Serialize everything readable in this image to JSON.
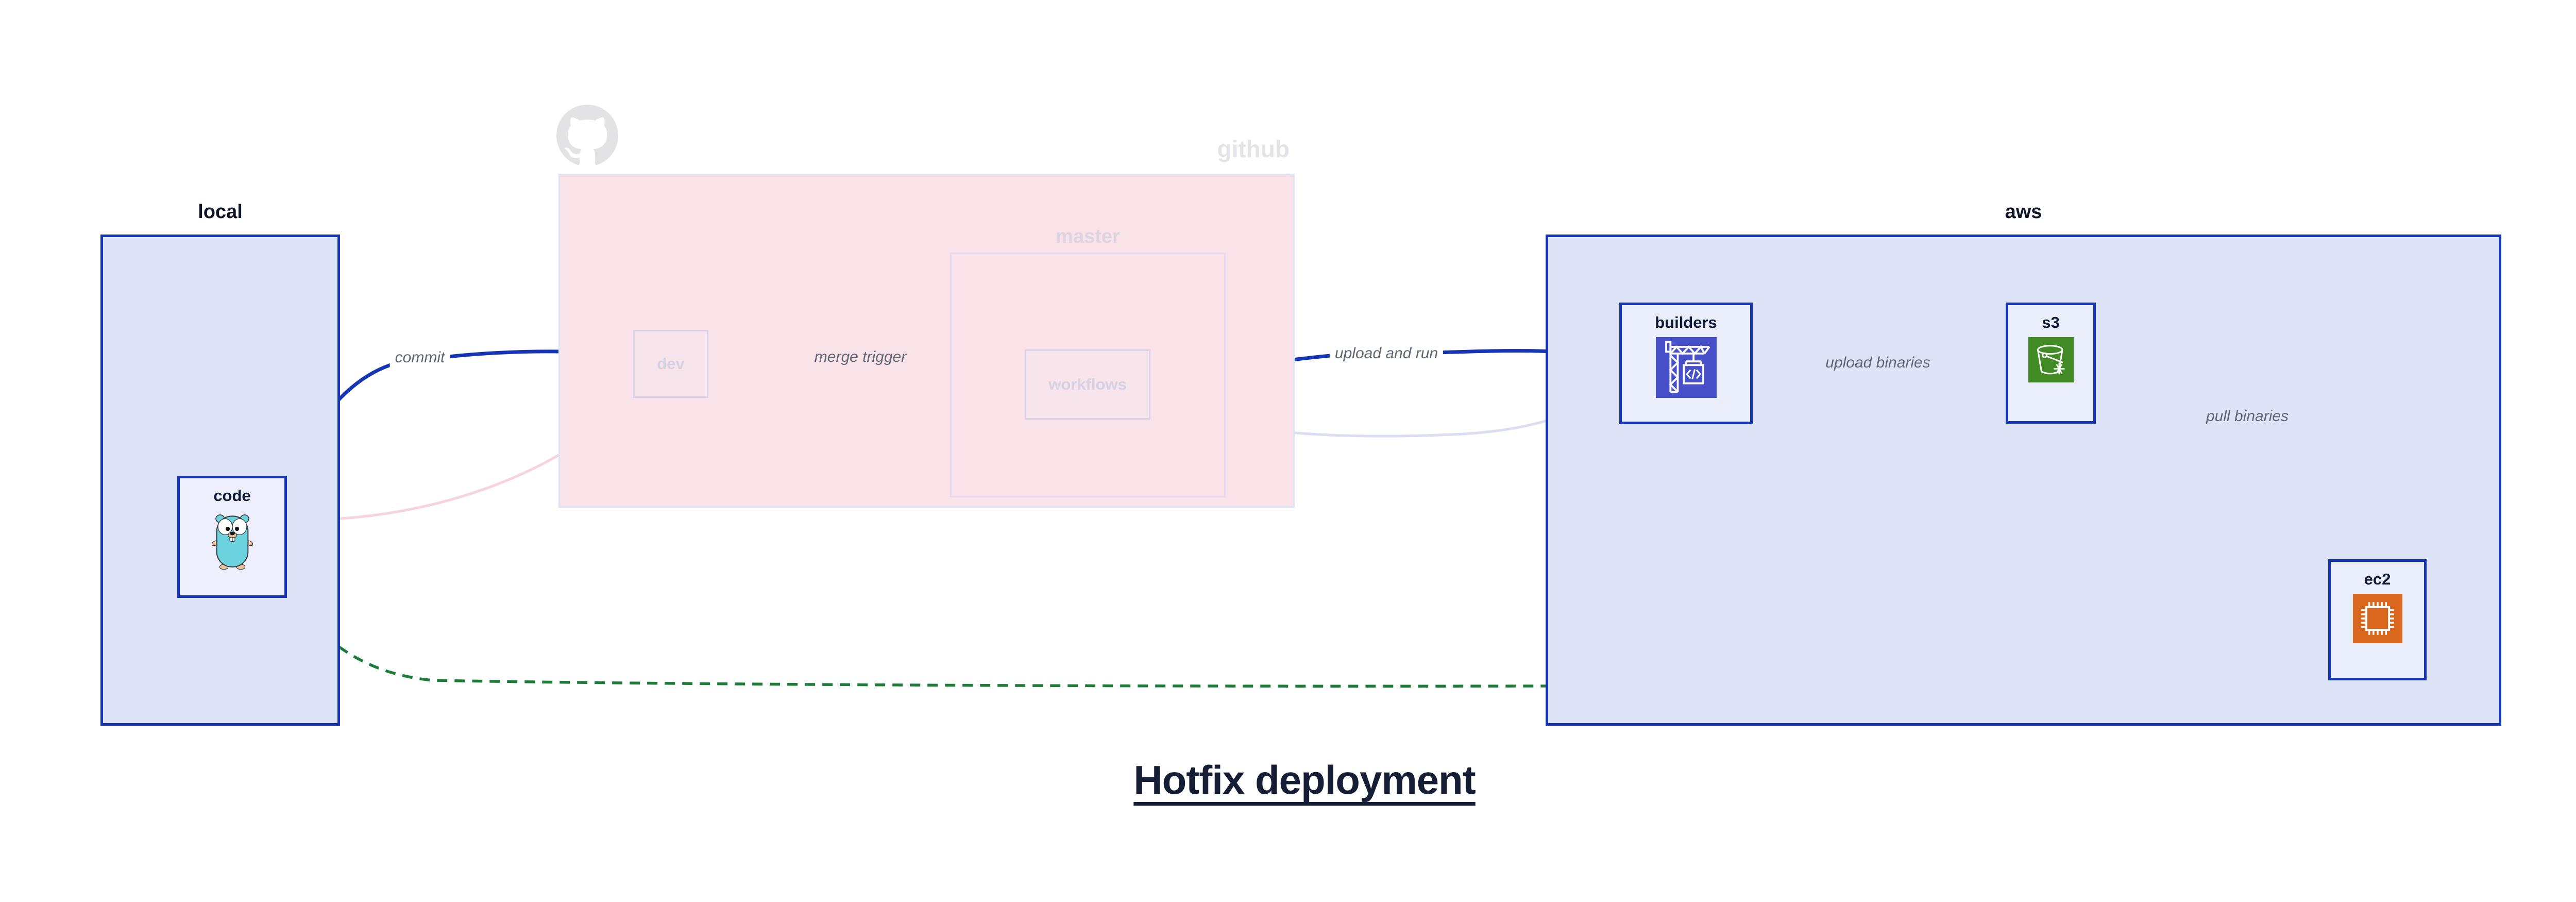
{
  "title": "Hotfix deployment",
  "groups": {
    "local": {
      "label": "local"
    },
    "github": {
      "label": "github"
    },
    "master": {
      "label": "master"
    },
    "aws": {
      "label": "aws"
    }
  },
  "nodes": {
    "code": {
      "label": "code",
      "icon": "go-gopher-icon"
    },
    "dev": {
      "label": "dev"
    },
    "workflows": {
      "label": "workflows"
    },
    "builders": {
      "label": "builders",
      "icon": "codebuild-crane-icon"
    },
    "s3": {
      "label": "s3",
      "icon": "s3-glacier-bucket-icon"
    },
    "ec2": {
      "label": "ec2",
      "icon": "ec2-chip-icon"
    }
  },
  "edges": {
    "commit": {
      "label": "commit"
    },
    "merge_trigger": {
      "label": "merge trigger"
    },
    "upload_and_run": {
      "label": "upload and run"
    },
    "upload_binaries": {
      "label": "upload binaries"
    },
    "pull_binaries": {
      "label": "pull binaries"
    }
  },
  "colors": {
    "primary_blue": "#1535b5",
    "group_fill_blue": "#dee4f8",
    "node_fill": "#eaedfa",
    "github_pink_fill": "#f9e2e8",
    "faded_lavender_edge": "#d9def3",
    "faded_pink_edge": "#f6d3de",
    "green_dashed_edge": "#1e7c39",
    "codebuild_indigo": "#4750c8",
    "s3_green": "#418a24",
    "ec2_orange": "#d9671d",
    "edge_label_gray": "#5f6774",
    "faded_text": "#d6d0e1",
    "title_navy": "#161e36"
  }
}
